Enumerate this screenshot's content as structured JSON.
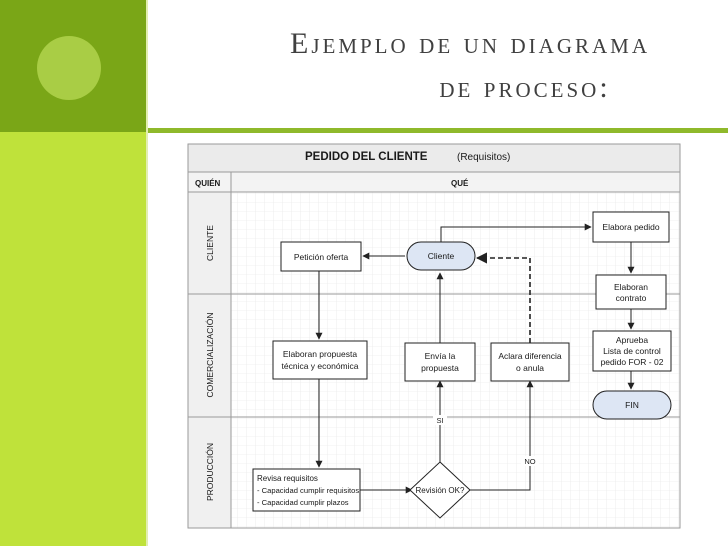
{
  "slide": {
    "title_line1": "Ejemplo de un diagrama",
    "title_line2": "de proceso:"
  },
  "diagram": {
    "header_title": "PEDIDO DEL CLIENTE",
    "header_sub": "(Requisitos)",
    "col_quien": "QUIÉN",
    "col_que": "QUÉ",
    "lanes": [
      "CLIENTE",
      "COMERCIALIZACIÓN",
      "PRODUCCIÓN"
    ],
    "nodes": {
      "peticion": "Petición oferta",
      "cliente": "Cliente",
      "elabora_pedido": "Elabora pedido",
      "elaboran_contrato_l1": "Elaboran",
      "elaboran_contrato_l2": "contrato",
      "propuesta_l1": "Elaboran propuesta",
      "propuesta_l2": "técnica y económica",
      "envia_l1": "Envía la",
      "envia_l2": "propuesta",
      "aclara_l1": "Aclara diferencia",
      "aclara_l2": "o anula",
      "aprueba_l1": "Aprueba",
      "aprueba_l2": "Lista de control",
      "aprueba_l3": "pedido FOR - 02",
      "fin": "FIN",
      "revisa_l1": "Revisa requisitos",
      "revisa_l2": "- Capacidad cumplir requisitos",
      "revisa_l3": "- Capacidad cumplir plazos",
      "revision": "Revisión OK?",
      "si": "SI",
      "no": "NO"
    }
  }
}
